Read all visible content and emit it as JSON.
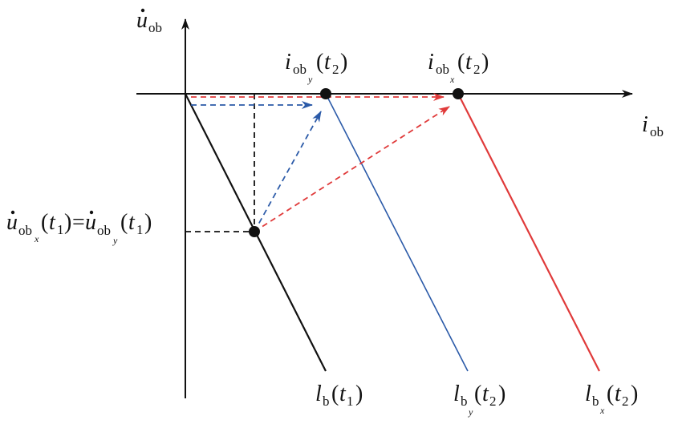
{
  "colors": {
    "axis": "#111111",
    "line_t1": "#111111",
    "line_y": "#2b5aa8",
    "line_x": "#e03a3a",
    "arrow_blue": "#2b5aa8",
    "arrow_red": "#e03a3a"
  },
  "axes": {
    "x": {
      "var": "i",
      "sub": "ob"
    },
    "y": {
      "var": "u",
      "sub": "ob"
    }
  },
  "lines": {
    "t1": {
      "var": "l",
      "sub": "b",
      "arg": "t",
      "arg_sub": "1"
    },
    "y": {
      "var": "l",
      "sub": "b",
      "subsub": "y",
      "arg": "t",
      "arg_sub": "2"
    },
    "x": {
      "var": "l",
      "sub": "b",
      "subsub": "x",
      "arg": "t",
      "arg_sub": "2"
    }
  },
  "points": {
    "iy": {
      "var": "i",
      "sub": "ob",
      "subsub": "y",
      "arg": "t",
      "arg_sub": "2"
    },
    "ix": {
      "var": "i",
      "sub": "ob",
      "subsub": "x",
      "arg": "t",
      "arg_sub": "2"
    }
  },
  "start_label": {
    "left": {
      "var": "u",
      "sub": "ob",
      "subsub": "x",
      "arg": "t",
      "arg_sub": "1"
    },
    "eq": "=",
    "right": {
      "var": "u",
      "sub": "ob",
      "subsub": "y",
      "arg": "t",
      "arg_sub": "1"
    }
  },
  "paren_open": "(",
  "paren_close": ")"
}
